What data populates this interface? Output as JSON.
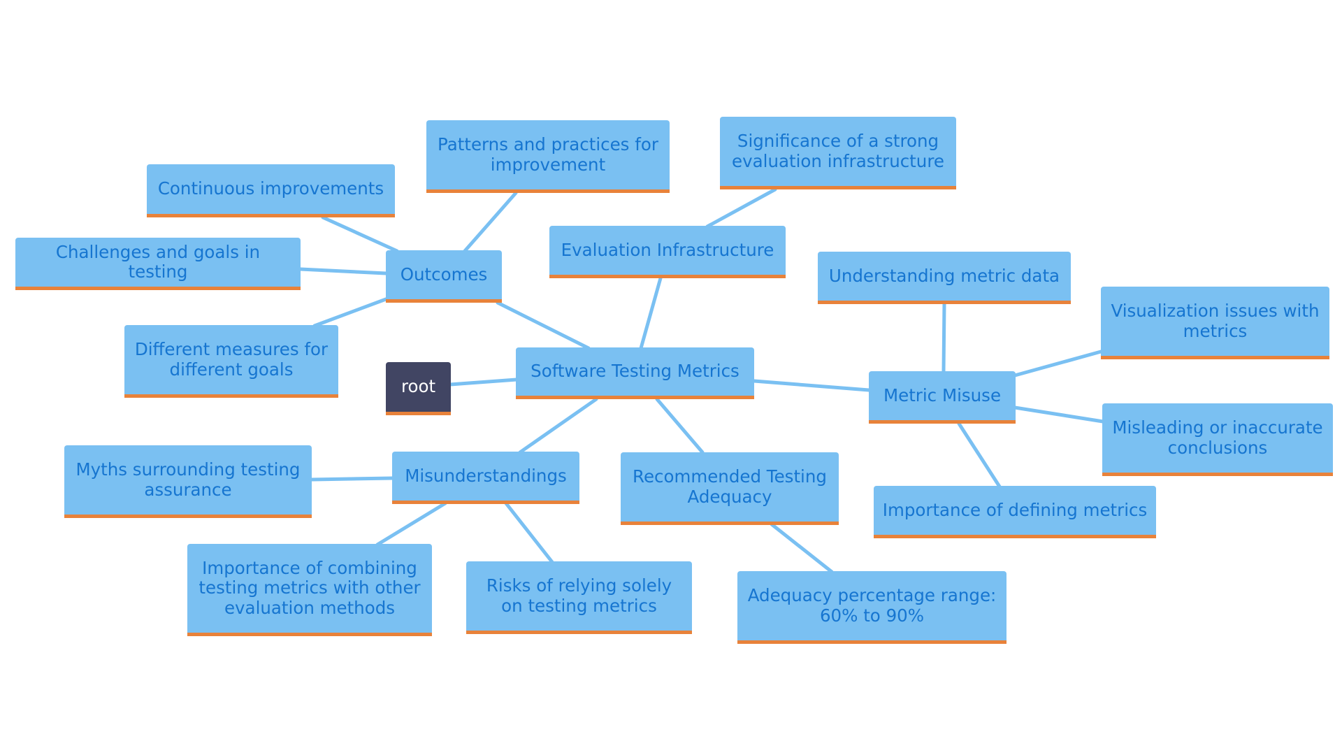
{
  "mindmap": {
    "root": {
      "label": "root"
    },
    "center": {
      "label": "Software Testing Metrics"
    },
    "branches": {
      "outcomes": {
        "label": "Outcomes",
        "children": [
          "Patterns and practices for improvement",
          "Continuous improvements",
          "Challenges and goals in testing",
          "Different measures for different goals"
        ]
      },
      "evaluation_infrastructure": {
        "label": "Evaluation Infrastructure",
        "children": [
          "Significance of a strong evaluation infrastructure"
        ]
      },
      "metric_misuse": {
        "label": "Metric Misuse",
        "children": [
          "Understanding metric data",
          "Visualization issues with metrics",
          "Misleading or inaccurate conclusions",
          "Importance of defining metrics"
        ]
      },
      "misunderstandings": {
        "label": "Misunderstandings",
        "children": [
          "Myths surrounding testing assurance",
          "Importance of combining testing metrics with other evaluation methods",
          "Risks of relying solely on testing metrics"
        ]
      },
      "recommended_adequacy": {
        "label": "Recommended Testing Adequacy",
        "children": [
          "Adequacy percentage range: 60% to 90%"
        ]
      }
    }
  },
  "colors": {
    "node_fill": "#7ac0f2",
    "node_text": "#1675d0",
    "node_underline": "#e8823a",
    "root_fill": "#414563",
    "root_text": "#ffffff",
    "edge": "#7ac0f2"
  }
}
